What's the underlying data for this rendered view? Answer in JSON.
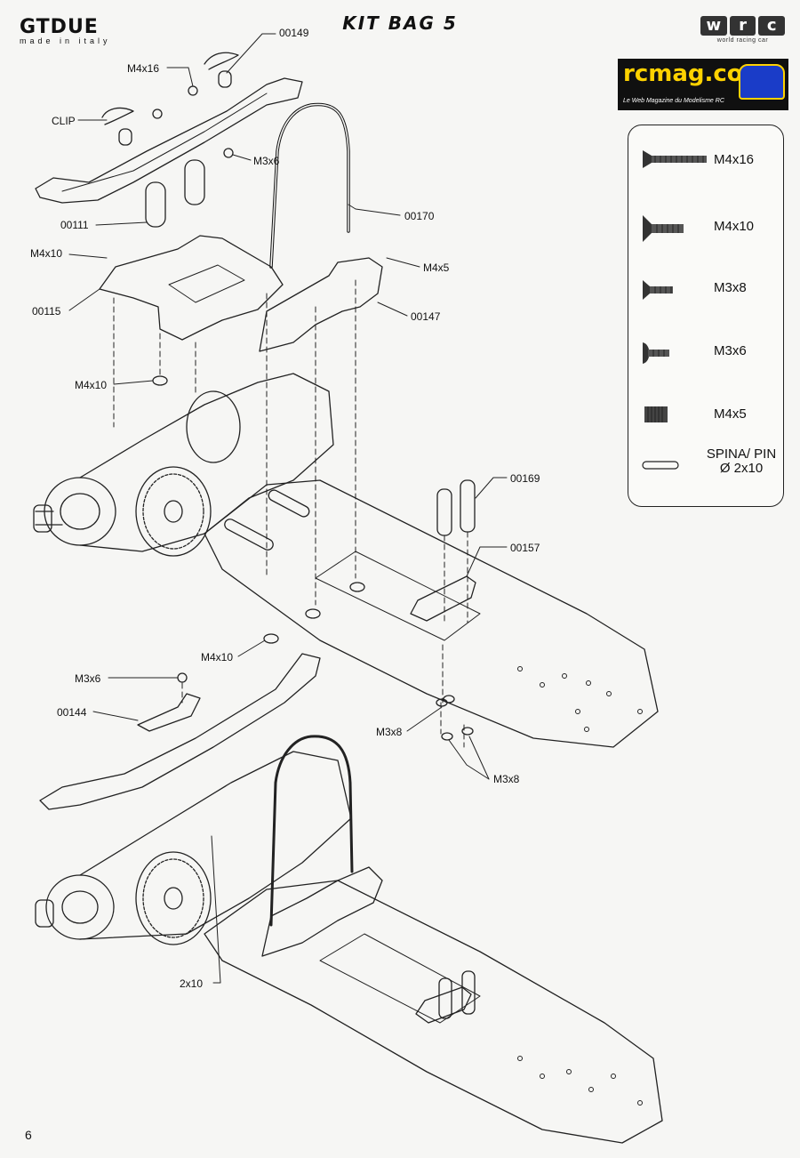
{
  "header": {
    "brand_left": "GTDUE",
    "brand_left_tagline": "made in italy",
    "title": "KIT BAG 5",
    "brand_right_letters": [
      "w",
      "r",
      "c"
    ],
    "brand_right_tagline": "world racing car",
    "watermark_site": "rcmag.com",
    "watermark_tagline": "Le Web Magazine du Modelisme RC"
  },
  "legend": {
    "items": [
      {
        "label": "M4x16",
        "icon": "flat-head-screw-long-icon"
      },
      {
        "label": "M4x10",
        "icon": "flat-head-screw-icon"
      },
      {
        "label": "M3x8",
        "icon": "flat-head-screw-small-icon"
      },
      {
        "label": "M3x6",
        "icon": "button-head-screw-icon"
      },
      {
        "label": "M4x5",
        "icon": "grub-screw-icon"
      },
      {
        "label": "SPINA/ PIN Ø 2x10",
        "icon": "pin-icon"
      }
    ]
  },
  "callouts": {
    "c00149": "00149",
    "m4x16": "M4x16",
    "clip": "CLIP",
    "m3x6_top": "M3x6",
    "c00111": "00111",
    "c00170": "00170",
    "m4x10_a": "M4x10",
    "m4x5": "M4x5",
    "c00115": "00115",
    "c00147": "00147",
    "m4x10_b": "M4x10",
    "c00169": "00169",
    "c00157": "00157",
    "m4x10_c": "M4x10",
    "m3x6_bottom": "M3x6",
    "c00144": "00144",
    "m3x8_a": "M3x8",
    "m3x8_b": "M3x8",
    "pin_2x10": "2x10"
  },
  "colors": {
    "line": "#222222",
    "watermark_bg": "#101010",
    "watermark_accent": "#ffd200",
    "paper": "#f6f6f4"
  },
  "footer": {
    "page_number": "6"
  }
}
